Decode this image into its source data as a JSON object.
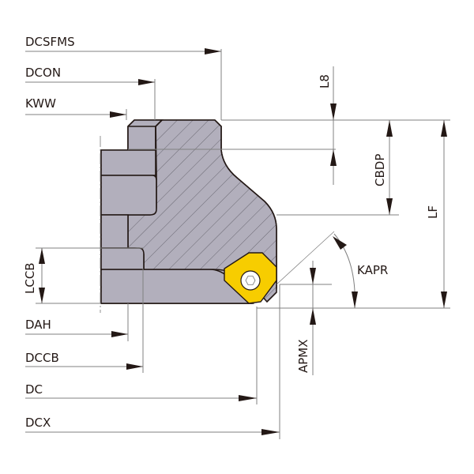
{
  "title": "Face milling cutter dimension drawing",
  "colors": {
    "body": "#b2afbc",
    "insert": "#f7cd00",
    "outline": "#231815",
    "dimension_line": "#808080"
  },
  "labels": {
    "dcsfms": "DCSFMS",
    "dcon": "DCON",
    "kww": "KWW",
    "l8": "L8",
    "cbdp": "CBDP",
    "lf": "LF",
    "kapr": "KAPR",
    "apmx": "APMX",
    "lccb": "LCCB",
    "dah": "DAH",
    "dccb": "DCCB",
    "dc": "DC",
    "dcx": "DCX"
  }
}
